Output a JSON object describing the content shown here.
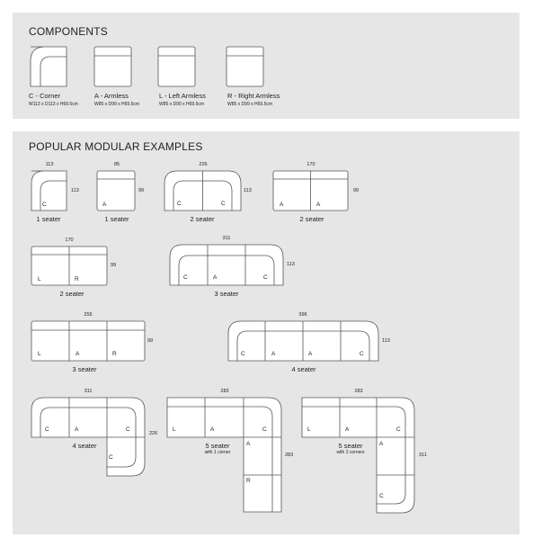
{
  "components": {
    "heading": "COMPONENTS",
    "items": [
      {
        "name": "C - Corner",
        "dims": "W113 x D113 x H69.5cm"
      },
      {
        "name": "A - Armless",
        "dims": "W85 x D99 x H69.5cm"
      },
      {
        "name": "L - Left Armless",
        "dims": "W85 x D99 x H69.5cm"
      },
      {
        "name": "R - Right Armless",
        "dims": "W85 x D99 x H69.5cm"
      }
    ]
  },
  "examples": {
    "heading": "POPULAR MODULAR EXAMPLES",
    "items": [
      {
        "modules": [
          "C"
        ],
        "caption": "1 seater",
        "width": "113",
        "depth": "113"
      },
      {
        "modules": [
          "A"
        ],
        "caption": "1 seater",
        "width": "85",
        "depth": "99"
      },
      {
        "modules": [
          "C",
          "C"
        ],
        "caption": "2 seater",
        "width": "226",
        "depth": "113"
      },
      {
        "modules": [
          "A",
          "A"
        ],
        "caption": "2 seater",
        "width": "170",
        "depth": "99"
      },
      {
        "modules": [
          "L",
          "R"
        ],
        "caption": "2 seater",
        "width": "170",
        "depth": "99"
      },
      {
        "modules": [
          "C",
          "A",
          "C"
        ],
        "caption": "3 seater",
        "width": "311",
        "depth": "113"
      },
      {
        "modules": [
          "L",
          "A",
          "R"
        ],
        "caption": "3 seater",
        "width": "255",
        "depth": "99"
      },
      {
        "modules": [
          "C",
          "A",
          "A",
          "C"
        ],
        "caption": "4 seater",
        "width": "396",
        "depth": "113"
      },
      {
        "modules": [
          "C",
          "A",
          "C",
          "C"
        ],
        "caption": "4 seater",
        "width": "311",
        "depth": "226"
      },
      {
        "modules": [
          "L",
          "A",
          "C",
          "A",
          "R"
        ],
        "caption": "5 seater",
        "subcaption": "with 1 corner",
        "width": "283",
        "depth": "283"
      },
      {
        "modules": [
          "L",
          "A",
          "C",
          "A",
          "C"
        ],
        "caption": "5 seater",
        "subcaption": "with 2 corners",
        "width": "283",
        "depth": "311"
      }
    ]
  }
}
